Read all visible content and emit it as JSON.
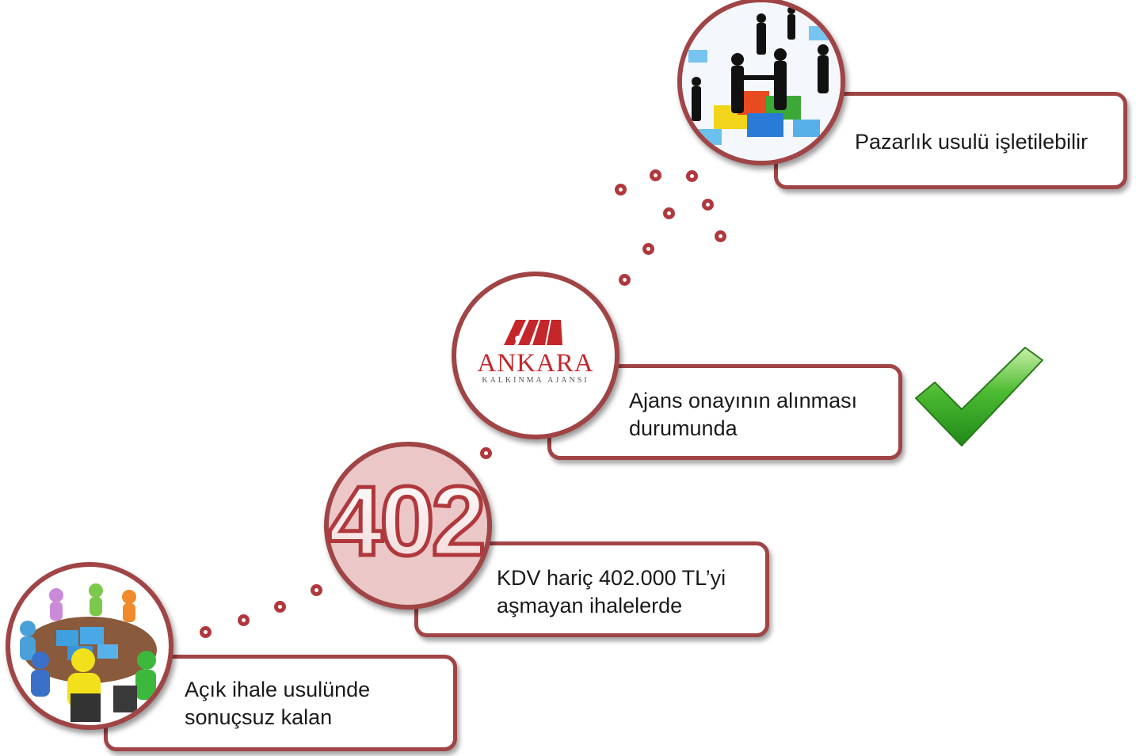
{
  "steps": [
    {
      "line1": "Açık ihale usulünde",
      "line2": "sonuçsuz kalan",
      "icon": "meeting-puzzle-icon"
    },
    {
      "badge": "402",
      "line1": "KDV hariç 402.000 TL’yi",
      "line2": "aşmayan ihalelerde"
    },
    {
      "logo_title": "ANKARA",
      "logo_subtitle": "KALKINMA AJANSI",
      "line1": "Ajans onayının alınması",
      "line2": "durumunda",
      "icon": "checkmark-icon"
    },
    {
      "line1": "Pazarlık usulü işletilebilir",
      "icon": "handshake-puzzle-icon"
    }
  ],
  "colors": {
    "border": "#a04446",
    "dot": "#b0383c",
    "check": "#3fae2a"
  }
}
